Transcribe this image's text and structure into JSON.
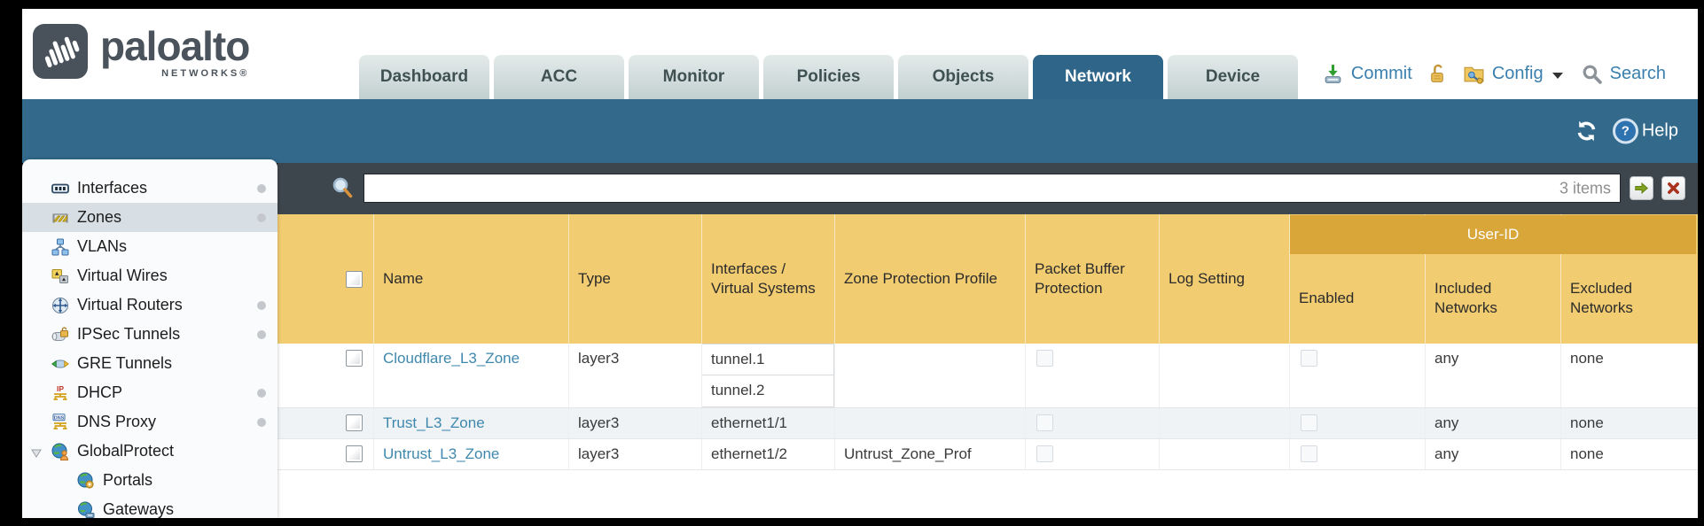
{
  "logo": {
    "brand": "paloalto",
    "sub": "NETWORKS®"
  },
  "header": {
    "tabs": [
      {
        "label": "Dashboard",
        "active": false
      },
      {
        "label": "ACC",
        "active": false
      },
      {
        "label": "Monitor",
        "active": false
      },
      {
        "label": "Policies",
        "active": false
      },
      {
        "label": "Objects",
        "active": false
      },
      {
        "label": "Network",
        "active": true
      },
      {
        "label": "Device",
        "active": false
      }
    ],
    "actions": {
      "commit_label": "Commit",
      "config_label": "Config",
      "search_label": "Search"
    }
  },
  "toolbar": {
    "help_label": "Help"
  },
  "filter_bar": {
    "value": "",
    "items_count": "3 items"
  },
  "sidebar": {
    "items": [
      {
        "label": "Interfaces",
        "icon": "interfaces-icon",
        "dot": true,
        "selected": false,
        "indent": 0,
        "expander": false
      },
      {
        "label": "Zones",
        "icon": "zones-icon",
        "dot": true,
        "selected": true,
        "indent": 0,
        "expander": false
      },
      {
        "label": "VLANs",
        "icon": "vlans-icon",
        "dot": false,
        "selected": false,
        "indent": 0,
        "expander": false
      },
      {
        "label": "Virtual Wires",
        "icon": "virtual-wires-icon",
        "dot": false,
        "selected": false,
        "indent": 0,
        "expander": false
      },
      {
        "label": "Virtual Routers",
        "icon": "virtual-routers-icon",
        "dot": true,
        "selected": false,
        "indent": 0,
        "expander": false
      },
      {
        "label": "IPSec Tunnels",
        "icon": "ipsec-tunnels-icon",
        "dot": true,
        "selected": false,
        "indent": 0,
        "expander": false
      },
      {
        "label": "GRE Tunnels",
        "icon": "gre-tunnels-icon",
        "dot": false,
        "selected": false,
        "indent": 0,
        "expander": false
      },
      {
        "label": "DHCP",
        "icon": "dhcp-icon",
        "dot": true,
        "selected": false,
        "indent": 0,
        "expander": false
      },
      {
        "label": "DNS Proxy",
        "icon": "dns-proxy-icon",
        "dot": true,
        "selected": false,
        "indent": 0,
        "expander": false
      },
      {
        "label": "GlobalProtect",
        "icon": "globalprotect-icon",
        "dot": false,
        "selected": false,
        "indent": 0,
        "expander": true
      },
      {
        "label": "Portals",
        "icon": "portals-icon",
        "dot": false,
        "selected": false,
        "indent": 1,
        "expander": false
      },
      {
        "label": "Gateways",
        "icon": "gateways-icon",
        "dot": false,
        "selected": false,
        "indent": 1,
        "expander": false
      }
    ]
  },
  "table": {
    "group_header": "User-ID",
    "columns": {
      "name": "Name",
      "type": "Type",
      "interfaces": "Interfaces / Virtual Systems",
      "zone_protection_profile": "Zone Protection Profile",
      "packet_buffer_protection": "Packet Buffer Protection",
      "log_setting": "Log Setting",
      "enabled": "Enabled",
      "included_networks": "Included Networks",
      "excluded_networks": "Excluded Networks"
    },
    "rows": [
      {
        "name": "Cloudflare_L3_Zone",
        "type": "layer3",
        "interfaces": [
          "tunnel.1",
          "tunnel.2"
        ],
        "zone_protection_profile": "",
        "packet_buffer_checked": false,
        "log_setting": "",
        "enabled_checked": false,
        "included_networks": "any",
        "excluded_networks": "none",
        "selected": false
      },
      {
        "name": "Trust_L3_Zone",
        "type": "layer3",
        "interfaces": [
          "ethernet1/1"
        ],
        "zone_protection_profile": "",
        "packet_buffer_checked": false,
        "log_setting": "",
        "enabled_checked": false,
        "included_networks": "any",
        "excluded_networks": "none",
        "selected": false
      },
      {
        "name": "Untrust_L3_Zone",
        "type": "layer3",
        "interfaces": [
          "ethernet1/2"
        ],
        "zone_protection_profile": "Untrust_Zone_Prof",
        "packet_buffer_checked": false,
        "log_setting": "",
        "enabled_checked": false,
        "included_networks": "any",
        "excluded_networks": "none",
        "selected": false
      }
    ]
  },
  "colors": {
    "band_blue": "#336a8c",
    "active_tab_blue": "#2e6589",
    "header_yellow": "#f1cc71",
    "group_gold": "#d9a63a",
    "filter_bar_dark": "#3e464d",
    "link_blue": "#3f88ad",
    "alt_row": "#eff3f6",
    "sidebar_selected": "#d7dfe4"
  }
}
